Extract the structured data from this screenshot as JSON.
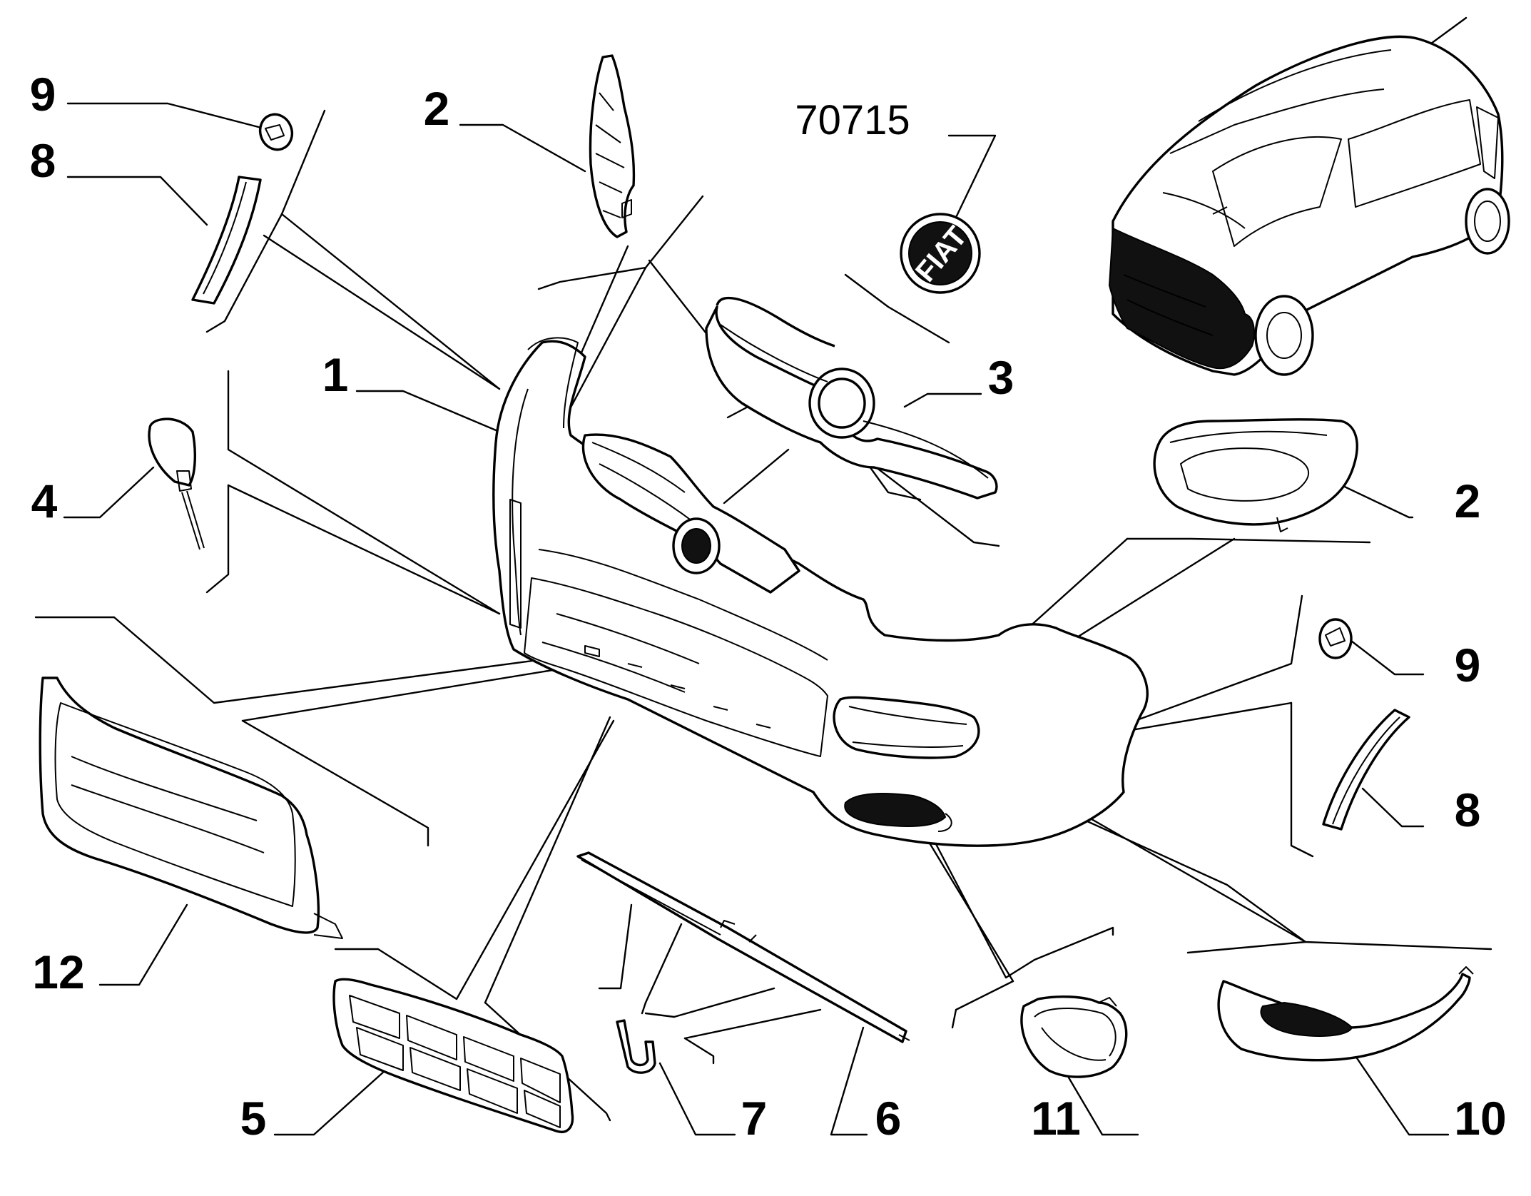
{
  "diagram": {
    "callouts": [
      {
        "id": "c9-left",
        "text": "9"
      },
      {
        "id": "c8-left",
        "text": "8"
      },
      {
        "id": "c2-top",
        "text": "2"
      },
      {
        "id": "c70715",
        "text": "70715"
      },
      {
        "id": "c1",
        "text": "1"
      },
      {
        "id": "c3",
        "text": "3"
      },
      {
        "id": "c2-right",
        "text": "2"
      },
      {
        "id": "c4",
        "text": "4"
      },
      {
        "id": "c9-right",
        "text": "9"
      },
      {
        "id": "c8-right",
        "text": "8"
      },
      {
        "id": "c12",
        "text": "12"
      },
      {
        "id": "c5",
        "text": "5"
      },
      {
        "id": "c7",
        "text": "7"
      },
      {
        "id": "c6",
        "text": "6"
      },
      {
        "id": "c11",
        "text": "11"
      },
      {
        "id": "c10",
        "text": "10"
      }
    ],
    "emblem_text": "FIAT"
  }
}
